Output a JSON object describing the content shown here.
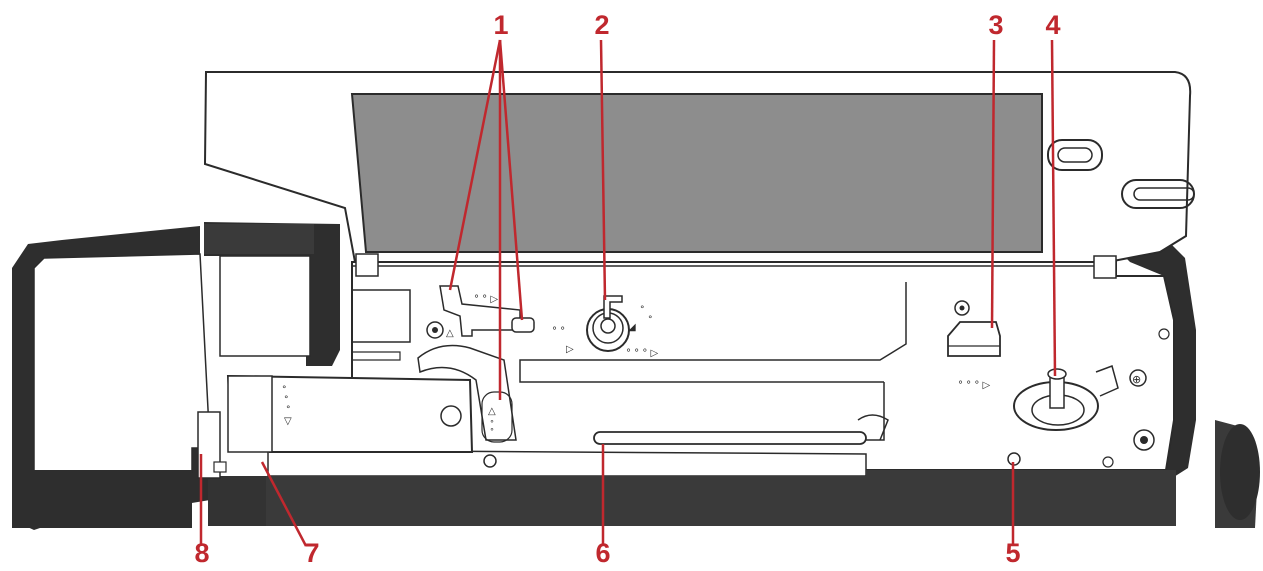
{
  "diagram": {
    "callouts": [
      {
        "number": "1"
      },
      {
        "number": "2"
      },
      {
        "number": "3"
      },
      {
        "number": "4"
      },
      {
        "number": "5"
      },
      {
        "number": "6"
      },
      {
        "number": "7"
      },
      {
        "number": "8"
      }
    ],
    "colors": {
      "callout": "#c0282e",
      "outline": "#2b2b2b",
      "frame": "#2e2e2e",
      "lid_window": "#8d8d8d",
      "body": "#ffffff"
    }
  }
}
